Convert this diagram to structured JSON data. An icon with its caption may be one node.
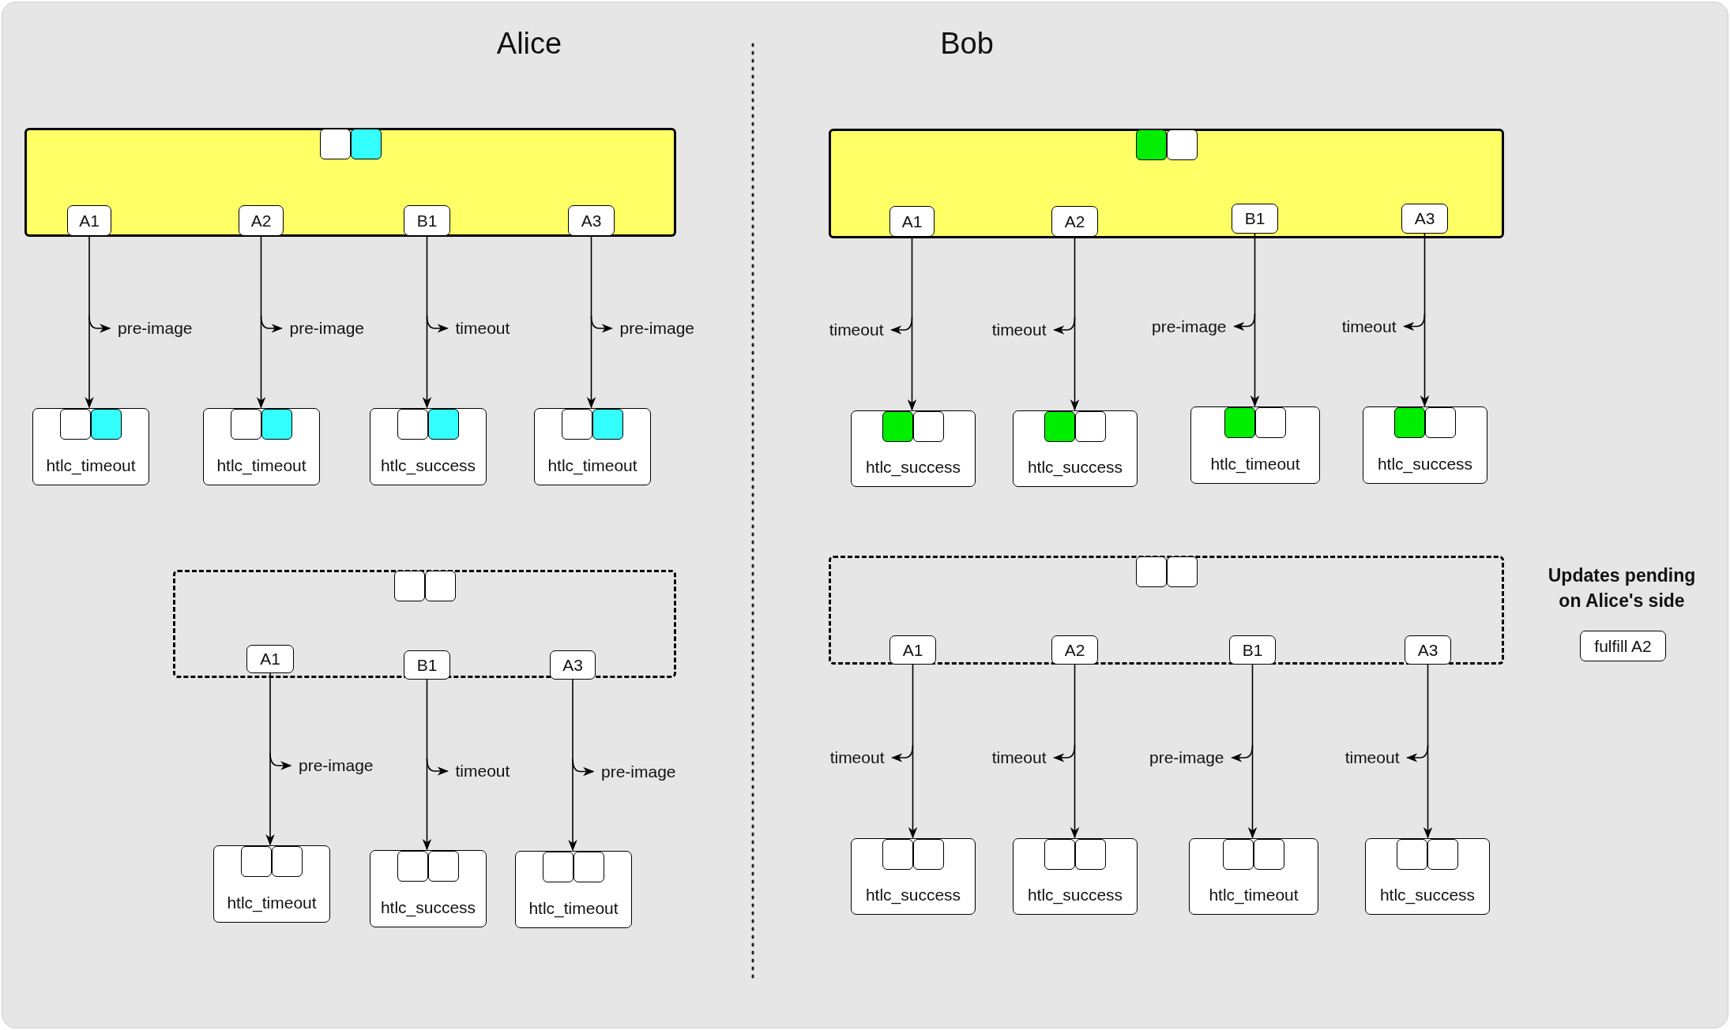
{
  "diagram": {
    "nodes": [
      {
        "text": [],
        "shape": "box"
      },
      {
        "text": [],
        "shape": "box",
        "in": 0
      },
      {
        "text": [],
        "shape": "box",
        "in": 0
      },
      {
        "text": [
          "A1"
        ],
        "in": 0
      },
      {
        "text": [
          "A2"
        ],
        "in": 0
      },
      {
        "text": [
          "B1"
        ],
        "in": 0
      },
      {
        "text": [
          "A3"
        ],
        "in": 0
      },
      {
        "text": [
          "htlc_timeout"
        ]
      },
      {
        "text": [],
        "shape": "box",
        "in": 7
      },
      {
        "text": [],
        "shape": "box",
        "in": 7
      },
      {
        "text": [
          "htlc_timeout"
        ]
      },
      {
        "text": [],
        "shape": "box",
        "in": 10
      },
      {
        "text": [],
        "shape": "box",
        "in": 10
      },
      {
        "text": [
          "htlc_success"
        ]
      },
      {
        "text": [],
        "shape": "box",
        "in": 13
      },
      {
        "text": [],
        "shape": "box",
        "in": 13
      },
      {
        "text": [
          "htlc_timeout"
        ]
      },
      {
        "text": [],
        "shape": "box",
        "in": 16
      },
      {
        "text": [],
        "shape": "box",
        "in": 16
      },
      {
        "text": [],
        "shape": "box"
      },
      {
        "text": [],
        "shape": "box",
        "in": 19
      },
      {
        "text": [],
        "shape": "box",
        "in": 19
      },
      {
        "text": [
          "A1"
        ],
        "in": 19
      },
      {
        "text": [
          "B1"
        ],
        "in": 19
      },
      {
        "text": [
          "A3"
        ],
        "in": 19
      },
      {
        "text": [
          "htlc_timeout"
        ]
      },
      {
        "text": [],
        "shape": "box",
        "in": 25
      },
      {
        "text": [],
        "shape": "box",
        "in": 25
      },
      {
        "text": [
          "htlc_success"
        ]
      },
      {
        "text": [],
        "shape": "box",
        "in": 28
      },
      {
        "text": [],
        "shape": "box",
        "in": 28
      },
      {
        "text": [
          "htlc_timeout"
        ]
      },
      {
        "text": [],
        "shape": "box",
        "in": 31
      },
      {
        "text": [],
        "shape": "box",
        "in": 31
      },
      {
        "text": [],
        "shape": "box"
      },
      {
        "text": [],
        "shape": "box",
        "in": 34
      },
      {
        "text": [],
        "shape": "box",
        "in": 34
      },
      {
        "text": [
          "A1"
        ],
        "in": 34
      },
      {
        "text": [
          "A2"
        ],
        "in": 34
      },
      {
        "text": [
          "B1"
        ],
        "in": 34
      },
      {
        "text": [
          "A3"
        ],
        "in": 34
      },
      {
        "text": [
          "htlc_success"
        ]
      },
      {
        "text": [],
        "shape": "box",
        "in": 41
      },
      {
        "text": [],
        "shape": "box",
        "in": 41
      },
      {
        "text": [
          "htlc_success"
        ]
      },
      {
        "text": [],
        "shape": "box",
        "in": 44
      },
      {
        "text": [],
        "shape": "box",
        "in": 44
      },
      {
        "text": [
          "htlc_timeout"
        ]
      },
      {
        "text": [],
        "shape": "box",
        "in": 47
      },
      {
        "text": [],
        "shape": "box",
        "in": 47
      },
      {
        "text": [
          "htlc_success"
        ]
      },
      {
        "text": [],
        "shape": "box",
        "in": 50
      },
      {
        "text": [],
        "shape": "box",
        "in": 50
      },
      {
        "text": [],
        "shape": "box"
      },
      {
        "text": [],
        "shape": "box",
        "in": 53
      },
      {
        "text": [],
        "shape": "box",
        "in": 53
      },
      {
        "text": [
          "A1"
        ],
        "in": 53
      },
      {
        "text": [
          "A2"
        ],
        "in": 53
      },
      {
        "text": [
          "B1"
        ],
        "in": 53
      },
      {
        "text": [
          "A3"
        ],
        "in": 53
      },
      {
        "text": [
          "htlc_success"
        ]
      },
      {
        "text": [],
        "shape": "box",
        "in": 60
      },
      {
        "text": [],
        "shape": "box",
        "in": 60
      },
      {
        "text": [
          "htlc_success"
        ]
      },
      {
        "text": [],
        "shape": "box",
        "in": 63
      },
      {
        "text": [],
        "shape": "box",
        "in": 63
      },
      {
        "text": [
          "htlc_timeout"
        ]
      },
      {
        "text": [],
        "shape": "box",
        "in": 66
      },
      {
        "text": [],
        "shape": "box",
        "in": 66
      },
      {
        "text": [
          "htlc_success"
        ]
      },
      {
        "text": [],
        "shape": "box",
        "in": 69
      },
      {
        "text": [],
        "shape": "box",
        "in": 69
      },
      {
        "text": [
          "fulfill A2"
        ]
      }
    ],
    "edges": [
      {
        "from": 3,
        "to": 7,
        "arrow": "to",
        "label": "pre-image"
      },
      {
        "from": 4,
        "to": 10,
        "arrow": "to",
        "label": "pre-image"
      },
      {
        "from": 5,
        "to": 13,
        "arrow": "to",
        "label": "timeout"
      },
      {
        "from": 6,
        "to": 16,
        "arrow": "to",
        "label": "pre-image"
      },
      {
        "from": 22,
        "to": 25,
        "arrow": "to",
        "label": "pre-image"
      },
      {
        "from": 23,
        "to": 28,
        "arrow": "to",
        "label": "timeout"
      },
      {
        "from": 24,
        "to": 31,
        "arrow": "to",
        "label": "pre-image"
      },
      {
        "from": 37,
        "to": 41,
        "arrow": "to",
        "label": "timeout"
      },
      {
        "from": 38,
        "to": 44,
        "arrow": "to",
        "label": "timeout"
      },
      {
        "from": 39,
        "to": 47,
        "arrow": "to",
        "label": "pre-image"
      },
      {
        "from": 40,
        "to": 50,
        "arrow": "to",
        "label": "timeout"
      },
      {
        "from": 56,
        "to": 60,
        "arrow": "to",
        "label": "timeout"
      },
      {
        "from": 57,
        "to": 63,
        "arrow": "to",
        "label": "timeout"
      },
      {
        "from": 58,
        "to": 66,
        "arrow": "to",
        "label": "pre-image"
      },
      {
        "from": 59,
        "to": 69,
        "arrow": "to",
        "label": "timeout"
      }
    ],
    "labels": [
      "Alice",
      "Bob",
      "Updates pending on Alice's side"
    ]
  }
}
